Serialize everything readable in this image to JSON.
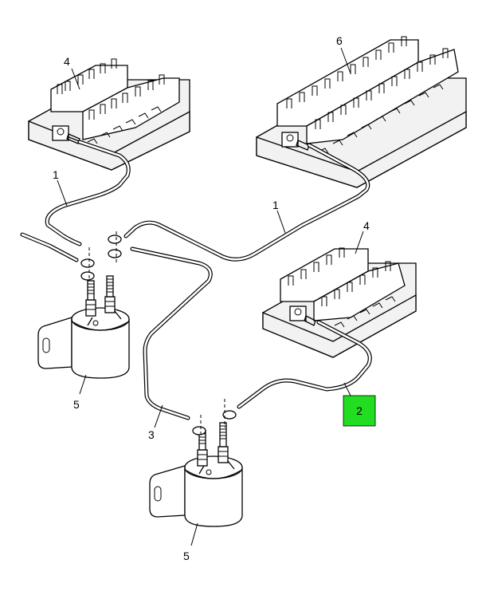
{
  "callouts": {
    "relay_block_top_left": "4",
    "relay_block_top_right": "6",
    "relay_block_middle_right": "4",
    "cable_upper_left": "1",
    "cable_upper_middle": "1",
    "cable_lower": "3",
    "solenoid_left": "5",
    "solenoid_bottom": "5"
  },
  "highlight": {
    "label": "2",
    "color": "#22dd22"
  }
}
